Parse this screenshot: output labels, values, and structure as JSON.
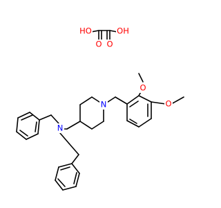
{
  "molecule": {
    "colors": {
      "oxygen": "#FF0000",
      "nitrogen": "#0000FF",
      "bond": "#000000",
      "background": "#FFFFFF"
    },
    "labels": {
      "oxalic_ho_left": "HO",
      "oxalic_oh_right": "OH",
      "oxalic_o_bottom_left": "O",
      "oxalic_o_bottom_right": "O",
      "piperidine_n": "N",
      "methoxy_o_top": "O",
      "methoxy_o_right": "O",
      "amine_n": "N"
    }
  }
}
